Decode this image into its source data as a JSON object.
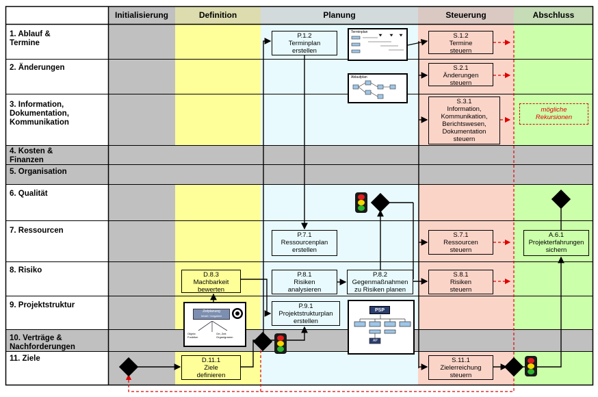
{
  "columns": [
    {
      "id": "init",
      "label": "Initialisierung"
    },
    {
      "id": "def",
      "label": "Definition"
    },
    {
      "id": "plan",
      "label": "Planung"
    },
    {
      "id": "steu",
      "label": "Steuerung"
    },
    {
      "id": "abs",
      "label": "Abschluss"
    }
  ],
  "rows": [
    {
      "id": "r1",
      "label": "1. Ablauf &\nTermine"
    },
    {
      "id": "r2",
      "label": "2. Änderungen"
    },
    {
      "id": "r3",
      "label": "3. Information,\nDokumentation,\nKommunikation"
    },
    {
      "id": "r4",
      "label": "4. Kosten &\nFinanzen"
    },
    {
      "id": "r5",
      "label": "5. Organisation"
    },
    {
      "id": "r6",
      "label": "6. Qualität"
    },
    {
      "id": "r7",
      "label": "7. Ressourcen"
    },
    {
      "id": "r8",
      "label": "8. Risiko"
    },
    {
      "id": "r9",
      "label": "9. Projektstruktur"
    },
    {
      "id": "r10",
      "label": "10. Verträge &\nNachforderungen"
    },
    {
      "id": "r11",
      "label": "11. Ziele"
    }
  ],
  "boxes": [
    {
      "id": "P12",
      "code": "P.1.2",
      "text": "Terminplan\nerstellen"
    },
    {
      "id": "S12",
      "code": "S.1.2",
      "text": "Termine\nsteuern"
    },
    {
      "id": "S21",
      "code": "S.2.1",
      "text": "Änderungen\nsteuern"
    },
    {
      "id": "S31",
      "code": "S.3.1",
      "text": "Information,\nKommunikation,\nBerichtswesen,\nDokumentation\nsteuern"
    },
    {
      "id": "P71",
      "code": "P.7.1",
      "text": "Ressourcenplan\nerstellen"
    },
    {
      "id": "S71",
      "code": "S.7.1",
      "text": "Ressourcen\nsteuern"
    },
    {
      "id": "A61",
      "code": "A.6.1",
      "text": "Projekterfahrungen\nsichern"
    },
    {
      "id": "D83",
      "code": "D.8.3",
      "text": "Machbarkeit\nbewerten"
    },
    {
      "id": "P81",
      "code": "P.8.1",
      "text": "Risiken\nanalysieren"
    },
    {
      "id": "P82",
      "code": "P.8.2",
      "text": "Gegenmaßnahmen\nzu Risiken planen"
    },
    {
      "id": "S81",
      "code": "S.8.1",
      "text": "Risiken\nsteuern"
    },
    {
      "id": "P91",
      "code": "P.9.1",
      "text": "Projektstrukturplan\nerstellen"
    },
    {
      "id": "D111",
      "code": "D.11.1",
      "text": "Ziele\ndefinieren"
    },
    {
      "id": "S111",
      "code": "S.11.1",
      "text": "Zielerreichung\nsteuern"
    }
  ],
  "note": "mögliche\nRekursionen",
  "thumbnails": {
    "terminplan": "Terminplan",
    "ablaufplan": "Ablaufplan",
    "zielplanung": "Zielplanung",
    "zielplanung_sub": "Inhalt / Vorgaben",
    "zp_left": "Objekt\nFunktion",
    "zp_right": "Ort, Zeit\nOrganigramm",
    "psp": "PSP",
    "ap": "AP"
  },
  "colors": {
    "initialisierung": "#c0c0c0",
    "definition": "#ffff99",
    "planung": "#e8fafd",
    "steuerung": "#fbd4c8",
    "abschluss": "#ccffaa",
    "grey_band": "#c0c0c0",
    "recursion": "#e00000"
  }
}
